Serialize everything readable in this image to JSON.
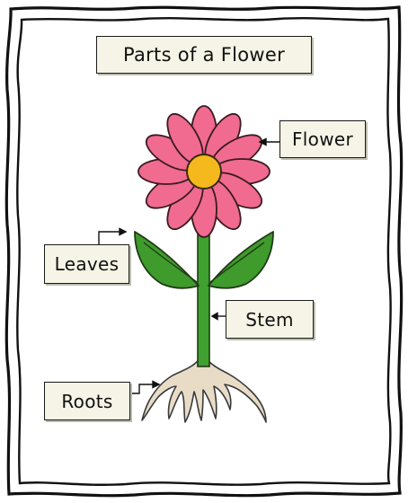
{
  "title": "Parts of a Flower",
  "labels": {
    "flower": "Flower",
    "leaves": "Leaves",
    "stem": "Stem",
    "roots": "Roots"
  },
  "colors": {
    "petal": "#f06b8f",
    "petal_outline": "#3a1a22",
    "center": "#f5b81d",
    "leaf": "#3f9b2c",
    "stem": "#3fa12f",
    "roots": "#e9dcc7",
    "label_bg": "#f5f4e6"
  }
}
